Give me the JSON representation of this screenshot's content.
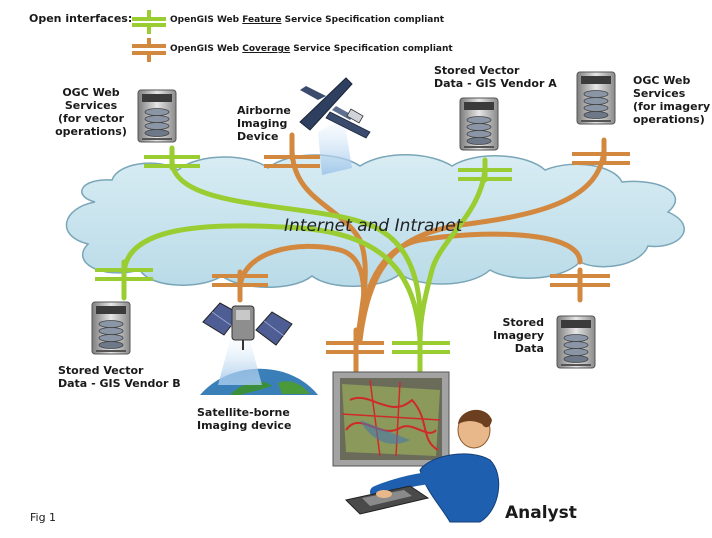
{
  "legend": {
    "title": "Open interfaces:",
    "feature": {
      "prefix": "OpenGIS Web ",
      "keyword": "Feature",
      "suffix": " Service Specification compliant",
      "color": "#9ACD32"
    },
    "coverage": {
      "prefix": "OpenGIS Web ",
      "keyword": "Coverage",
      "suffix": " Service Specification compliant",
      "color": "#D2883F"
    }
  },
  "cloud": {
    "label": "Internet and Intranet"
  },
  "nodes": {
    "ogc_vector": "OGC Web\nServices\n(for vector\noperations)",
    "airborne": "Airborne\nImaging\nDevice",
    "stored_vector_a": "Stored Vector\nData - GIS Vendor A",
    "ogc_imagery": "OGC Web\nServices\n(for imagery\noperations)",
    "stored_vector_b": "Stored Vector\nData - GIS Vendor B",
    "satellite": "Satellite-borne\nImaging device",
    "stored_imagery": "Stored\nImagery\nData"
  },
  "analyst": "Analyst",
  "figure": "Fig 1"
}
